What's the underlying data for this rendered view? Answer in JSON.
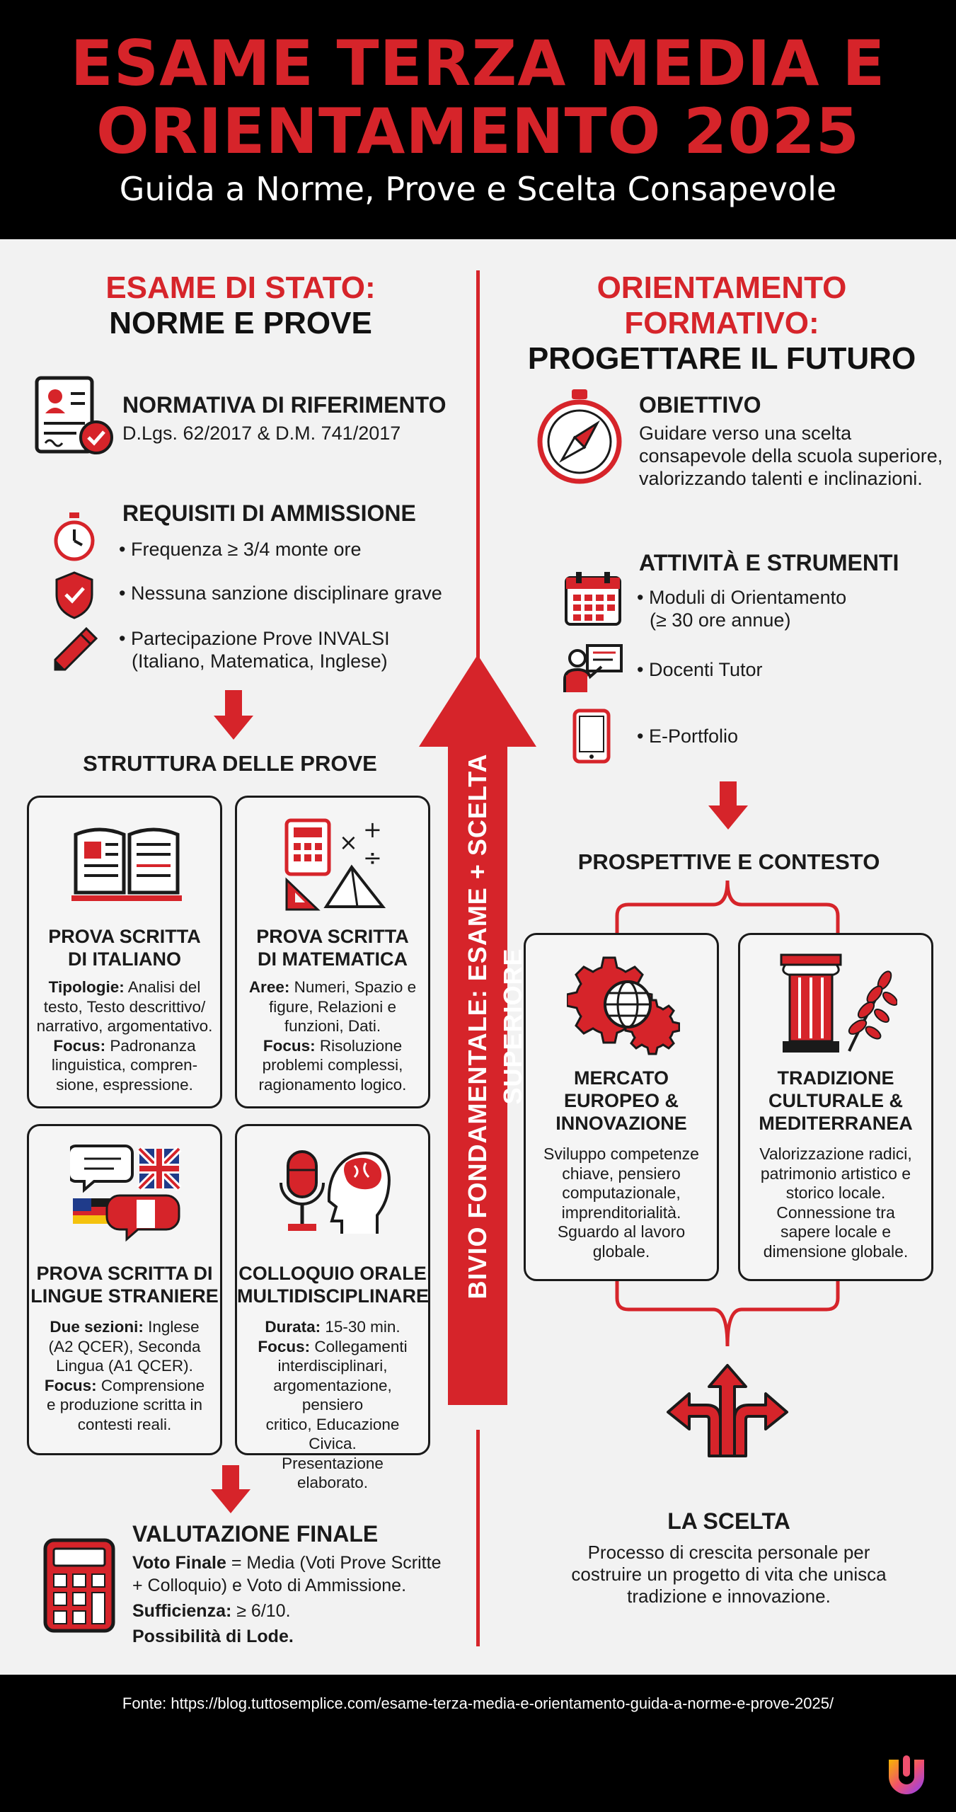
{
  "header": {
    "title_line1": "ESAME TERZA MEDIA E",
    "title_line2": "ORIENTAMENTO 2025",
    "subtitle": "Guida a Norme, Prove e Scelta Consapevole"
  },
  "left": {
    "title_a": "ESAME DI STATO:",
    "title_b": "NORME E PROVE",
    "normativa": {
      "title": "NORMATIVA DI RIFERIMENTO",
      "text": "D.Lgs. 62/2017 & D.M. 741/2017"
    },
    "requisiti": {
      "title": "REQUISITI DI AMMISSIONE",
      "items": [
        "Frequenza ≥ 3/4 monte ore",
        "Nessuna sanzione disciplinare grave",
        "Partecipazione Prove INVALSI",
        "(Italiano, Matematica, Inglese)"
      ]
    },
    "struttura_title": "STRUTTURA DELLE PROVE",
    "cards": [
      {
        "title1": "PROVA SCRITTA",
        "title2": "DI ITALIANO",
        "lines": [
          "Tipologie: Analisi del",
          "testo, Testo descrittivo/",
          "narrativo, argomentativo.",
          "Focus: Padronanza",
          "linguistica, compren-",
          "sione, espressione."
        ],
        "bold": [
          "Tipologie:",
          "Focus:"
        ]
      },
      {
        "title1": "PROVA SCRITTA",
        "title2": "DI MATEMATICA",
        "lines": [
          "Aree: Numeri, Spazio e",
          "figure, Relazioni e",
          "funzioni, Dati.",
          "Focus: Risoluzione",
          "problemi complessi,",
          "ragionamento logico."
        ]
      },
      {
        "title1": "PROVA SCRITTA DI",
        "title2": "LINGUE STRANIERE",
        "lines": [
          "Due sezioni: Inglese",
          "(A2 QCER), Seconda",
          "Lingua (A1 QCER).",
          "Focus: Comprensione",
          "e produzione scritta in",
          "contesti reali."
        ]
      },
      {
        "title1": "COLLOQUIO ORALE",
        "title2": "MULTIDISCIPLINARE",
        "lines": [
          "Durata: 15-30 min.",
          "Focus: Collegamenti",
          "interdisciplinari,",
          "argomentazione, pensiero",
          "critico, Educazione Civica.",
          "Presentazione elaborato."
        ]
      }
    ],
    "valutazione": {
      "title": "VALUTAZIONE FINALE",
      "line1_bold": "Voto Finale",
      "line1_rest": " = Media (Voti Prove Scritte",
      "line2": "+ Colloquio) e Voto di Ammissione.",
      "line3_bold": "Sufficienza:",
      "line3_rest": " ≥ 6/10.",
      "line4_bold": "Possibilità di Lode."
    }
  },
  "center": {
    "arrow_label": "BIVIO FONDAMENTALE: ESAME + SCELTA SUPERIORE"
  },
  "right": {
    "title_a": "ORIENTAMENTO FORMATIVO:",
    "title_b": "PROGETTARE IL FUTURO",
    "obiettivo": {
      "title": "OBIETTIVO",
      "lines": [
        "Guidare verso una scelta",
        "consapevole della scuola superiore,",
        "valorizzando talenti e inclinazioni."
      ]
    },
    "attivita": {
      "title": "ATTIVITÀ E STRUMENTI",
      "item1a": "Moduli di Orientamento",
      "item1b": "(≥ 30 ore annue)",
      "item2": "Docenti Tutor",
      "item3": "E-Portfolio"
    },
    "prospettive_title": "PROSPETTIVE E CONTESTO",
    "cards": [
      {
        "title": [
          "MERCATO",
          "EUROPEO &",
          "INNOVAZIONE"
        ],
        "lines": [
          "Sviluppo competenze",
          "chiave, pensiero",
          "computazionale,",
          "imprenditorialità.",
          "Sguardo al lavoro",
          "globale."
        ]
      },
      {
        "title": [
          "TRADIZIONE",
          "CULTURALE &",
          "MEDITERRANEA"
        ],
        "lines": [
          "Valorizzazione radici,",
          "patrimonio artistico e",
          "storico locale.",
          "Connessione tra",
          "sapere locale e",
          "dimensione globale."
        ]
      }
    ],
    "scelta": {
      "title": "LA SCELTA",
      "lines": [
        "Processo di crescita personale per",
        "costruire un progetto di vita che unisca",
        "tradizione e innovazione."
      ]
    }
  },
  "footer": {
    "source": "Fonte: https://blog.tuttosemplice.com/esame-terza-media-e-orientamento-guida-a-norme-e-prove-2025/"
  },
  "colors": {
    "accent": "#d6242a",
    "dark": "#1a1a1a",
    "background": "#f2f2f2"
  }
}
